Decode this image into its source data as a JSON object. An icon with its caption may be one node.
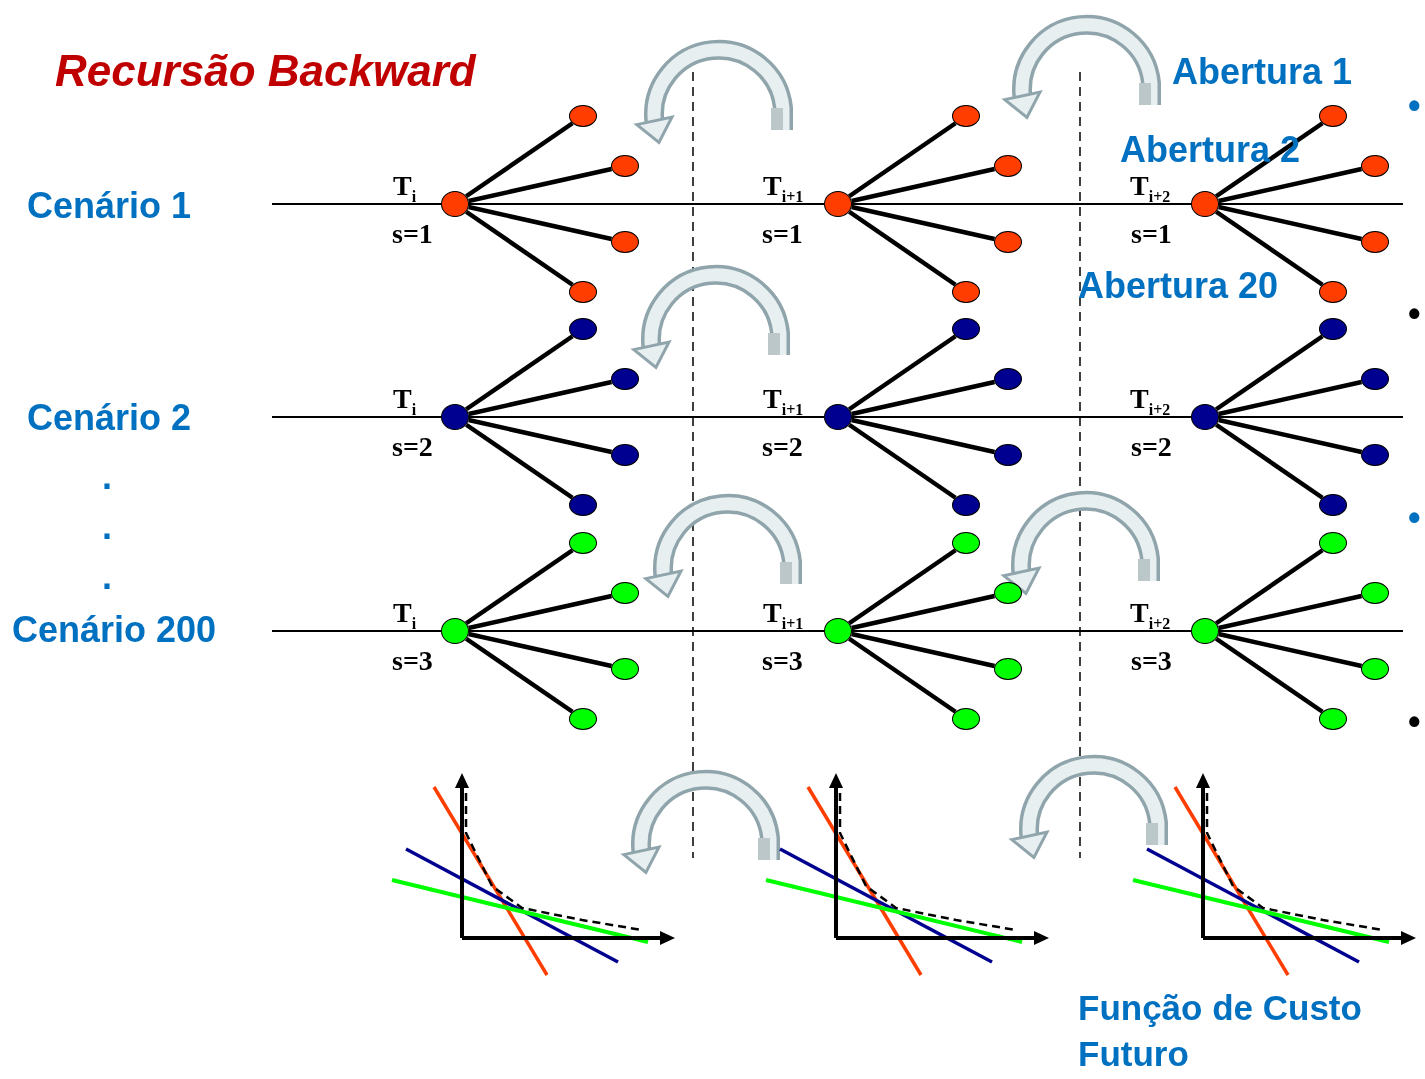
{
  "diagram": {
    "title": "Recursão Backward",
    "nodes": [
      {
        "text": [],
        "shape": "circle",
        "beside": [
          "T$_{i}$",
          "s=1"
        ]
      },
      {
        "text": [],
        "shape": "circle"
      },
      {
        "text": [],
        "shape": "circle"
      },
      {
        "text": [],
        "shape": "circle"
      },
      {
        "text": [],
        "shape": "circle"
      },
      {
        "text": [],
        "shape": "circle",
        "beside": [
          "T$_{i+1}$",
          "s=1"
        ]
      },
      {
        "text": [],
        "shape": "circle"
      },
      {
        "text": [],
        "shape": "circle"
      },
      {
        "text": [],
        "shape": "circle"
      },
      {
        "text": [],
        "shape": "circle"
      },
      {
        "text": [],
        "shape": "circle",
        "beside": [
          "T$_{i+2}$",
          "s=1"
        ]
      },
      {
        "text": [],
        "shape": "circle"
      },
      {
        "text": [],
        "shape": "circle"
      },
      {
        "text": [],
        "shape": "circle"
      },
      {
        "text": [],
        "shape": "circle"
      },
      {
        "text": [],
        "shape": "circle",
        "beside": [
          "T$_{i}$",
          "s=2"
        ]
      },
      {
        "text": [],
        "shape": "circle"
      },
      {
        "text": [],
        "shape": "circle"
      },
      {
        "text": [],
        "shape": "circle"
      },
      {
        "text": [],
        "shape": "circle"
      },
      {
        "text": [],
        "shape": "circle",
        "beside": [
          "T$_{i+1}$",
          "s=2"
        ]
      },
      {
        "text": [],
        "shape": "circle"
      },
      {
        "text": [],
        "shape": "circle"
      },
      {
        "text": [],
        "shape": "circle"
      },
      {
        "text": [],
        "shape": "circle"
      },
      {
        "text": [],
        "shape": "circle",
        "beside": [
          "T$_{i+2}$",
          "s=2"
        ]
      },
      {
        "text": [],
        "shape": "circle"
      },
      {
        "text": [],
        "shape": "circle"
      },
      {
        "text": [],
        "shape": "circle"
      },
      {
        "text": [],
        "shape": "circle"
      },
      {
        "text": [],
        "shape": "circle",
        "beside": [
          "T$_{i}$",
          "s=3"
        ]
      },
      {
        "text": [],
        "shape": "circle"
      },
      {
        "text": [],
        "shape": "circle"
      },
      {
        "text": [],
        "shape": "circle"
      },
      {
        "text": [],
        "shape": "circle"
      },
      {
        "text": [],
        "shape": "circle",
        "beside": [
          "T$_{i+1}$",
          "s=3"
        ]
      },
      {
        "text": [],
        "shape": "circle"
      },
      {
        "text": [],
        "shape": "circle"
      },
      {
        "text": [],
        "shape": "circle"
      },
      {
        "text": [],
        "shape": "circle"
      },
      {
        "text": [],
        "shape": "circle",
        "beside": [
          "T$_{i+2}$",
          "s=3"
        ]
      },
      {
        "text": [],
        "shape": "circle"
      },
      {
        "text": [],
        "shape": "circle"
      },
      {
        "text": [],
        "shape": "circle"
      },
      {
        "text": [],
        "shape": "circle"
      }
    ],
    "edges": [
      {
        "from": null,
        "to": 0,
        "arrow": "none"
      },
      {
        "from": 0,
        "to": 5,
        "arrow": "none"
      },
      {
        "from": 5,
        "to": 10,
        "arrow": "none"
      },
      {
        "from": 10,
        "to": null,
        "arrow": "none"
      },
      {
        "from": 0,
        "to": 1,
        "arrow": "none"
      },
      {
        "from": 0,
        "to": 2,
        "arrow": "none"
      },
      {
        "from": 0,
        "to": 3,
        "arrow": "none"
      },
      {
        "from": 0,
        "to": 4,
        "arrow": "none"
      },
      {
        "from": 5,
        "to": 6,
        "arrow": "none"
      },
      {
        "from": 5,
        "to": 7,
        "arrow": "none"
      },
      {
        "from": 5,
        "to": 8,
        "arrow": "none"
      },
      {
        "from": 5,
        "to": 9,
        "arrow": "none"
      },
      {
        "from": 10,
        "to": 11,
        "arrow": "none"
      },
      {
        "from": 10,
        "to": 12,
        "arrow": "none"
      },
      {
        "from": 10,
        "to": 13,
        "arrow": "none"
      },
      {
        "from": 10,
        "to": 14,
        "arrow": "none"
      },
      {
        "from": null,
        "to": 15,
        "arrow": "none"
      },
      {
        "from": 15,
        "to": 20,
        "arrow": "none"
      },
      {
        "from": 20,
        "to": 25,
        "arrow": "none"
      },
      {
        "from": 25,
        "to": null,
        "arrow": "none"
      },
      {
        "from": 15,
        "to": 16,
        "arrow": "none"
      },
      {
        "from": 15,
        "to": 17,
        "arrow": "none"
      },
      {
        "from": 15,
        "to": 18,
        "arrow": "none"
      },
      {
        "from": 15,
        "to": 19,
        "arrow": "none"
      },
      {
        "from": 20,
        "to": 21,
        "arrow": "none"
      },
      {
        "from": 20,
        "to": 22,
        "arrow": "none"
      },
      {
        "from": 20,
        "to": 23,
        "arrow": "none"
      },
      {
        "from": 20,
        "to": 24,
        "arrow": "none"
      },
      {
        "from": 25,
        "to": 26,
        "arrow": "none"
      },
      {
        "from": 25,
        "to": 27,
        "arrow": "none"
      },
      {
        "from": 25,
        "to": 28,
        "arrow": "none"
      },
      {
        "from": 25,
        "to": 29,
        "arrow": "none"
      },
      {
        "from": null,
        "to": 30,
        "arrow": "none"
      },
      {
        "from": 30,
        "to": 35,
        "arrow": "none"
      },
      {
        "from": 35,
        "to": 40,
        "arrow": "none"
      },
      {
        "from": 40,
        "to": null,
        "arrow": "none"
      },
      {
        "from": 30,
        "to": 31,
        "arrow": "none"
      },
      {
        "from": 30,
        "to": 32,
        "arrow": "none"
      },
      {
        "from": 30,
        "to": 33,
        "arrow": "none"
      },
      {
        "from": 30,
        "to": 34,
        "arrow": "none"
      },
      {
        "from": 35,
        "to": 36,
        "arrow": "none"
      },
      {
        "from": 35,
        "to": 37,
        "arrow": "none"
      },
      {
        "from": 35,
        "to": 38,
        "arrow": "none"
      },
      {
        "from": 35,
        "to": 39,
        "arrow": "none"
      },
      {
        "from": 40,
        "to": 41,
        "arrow": "none"
      },
      {
        "from": 40,
        "to": 42,
        "arrow": "none"
      },
      {
        "from": 40,
        "to": 43,
        "arrow": "none"
      },
      {
        "from": 40,
        "to": 44,
        "arrow": "none"
      }
    ],
    "labels": [
      "Abertura 1",
      "•",
      "Abertura 2",
      "Cenário 1",
      "Abertura 20",
      "•",
      "Cenário 2",
      ".",
      ".",
      ".",
      "•",
      "Cenário 200",
      "•",
      "Função de Custo Futuro"
    ]
  }
}
